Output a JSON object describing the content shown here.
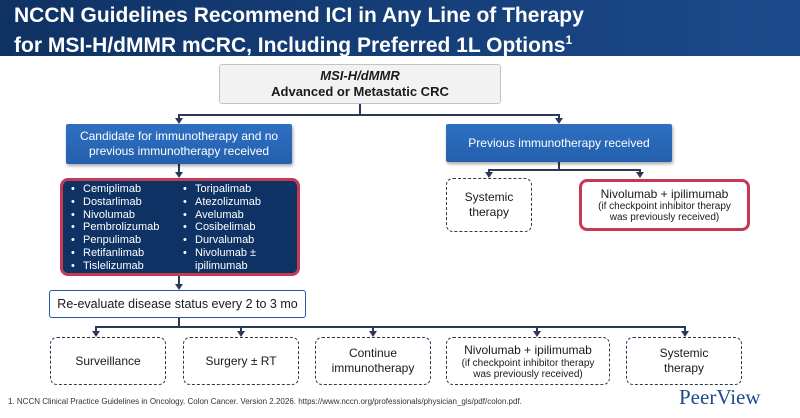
{
  "header": {
    "title_line1": "NCCN Guidelines Recommend ICI in Any Line of Therapy",
    "title_line2": "for MSI-H/dMMR mCRC, Including Preferred 1L Options",
    "title_sup": "1"
  },
  "root": {
    "line1": "MSI-H/dMMR",
    "line2": "Advanced or Metastatic CRC"
  },
  "branch_left": {
    "line1": "Candidate for immunotherapy and no",
    "line2": "previous immunotherapy received"
  },
  "branch_right": {
    "label": "Previous immunotherapy received"
  },
  "drugs_col1": [
    "Cemiplimab",
    "Dostarlimab",
    "Nivolumab",
    "Pembrolizumab",
    "Penpulimab",
    "Retifanlimab",
    "Tislelizumab"
  ],
  "drugs_col2": [
    "Toripalimab",
    "Atezolizumab",
    "Avelumab",
    "Cosibelimab",
    "Durvalumab",
    "Nivolumab ±",
    "ipilimumab"
  ],
  "right_options": {
    "systemic": {
      "line1": "Systemic",
      "line2": "therapy"
    },
    "nivo": {
      "line1": "Nivolumab + ipilimumab",
      "sub1": "(if checkpoint inhibitor therapy",
      "sub2": "was previously received)"
    }
  },
  "reevaluate": "Re-evaluate disease status every 2 to 3 mo",
  "outcomes": {
    "surveillance": "Surveillance",
    "surgery": "Surgery ± RT",
    "continue": {
      "line1": "Continue",
      "line2": "immunotherapy"
    },
    "nivo": {
      "line1": "Nivolumab + ipilimumab",
      "sub1": "(if checkpoint inhibitor therapy",
      "sub2": "was previously received)"
    },
    "systemic": {
      "line1": "Systemic",
      "line2": "therapy"
    }
  },
  "footnote": "1. NCCN Clinical Practice Guidelines in Oncology. Colon Cancer. Version 2.2026. https://www.nccn.org/professionals/physician_gls/pdf/colon.pdf.",
  "logo": "PeerView",
  "colors": {
    "navy": "#0f3264",
    "blue": "#2360ad",
    "red_border": "#c43a55"
  }
}
